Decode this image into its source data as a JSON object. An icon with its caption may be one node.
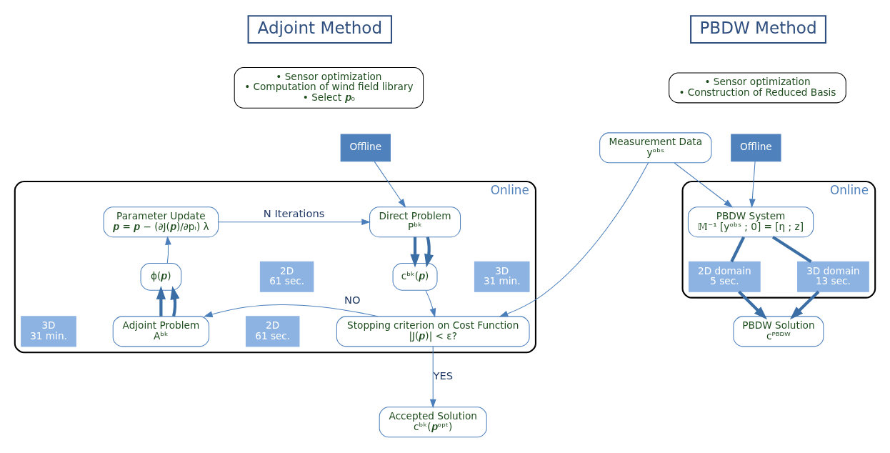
{
  "diagram": {
    "nodes": [
      {
        "text": [
          "Adjoint Method"
        ]
      },
      {
        "text": [
          "• Sensor optimization",
          "• Computation of wind field library",
          "• Select 𝒑₀"
        ]
      },
      {
        "text": [
          "Offline"
        ]
      },
      {
        "text": [
          "Online"
        ]
      },
      {
        "text": [
          "Parameter Update",
          "𝒑 = 𝒑 − (∂J(𝒑)/∂pᵢ) λ"
        ],
        "in": 3
      },
      {
        "text": [
          "Direct Problem",
          "Pᵇᵏ"
        ],
        "in": 3
      },
      {
        "text": [
          "2D",
          "61 sec."
        ],
        "in": 3
      },
      {
        "text": [
          "cᵇᵏ(𝒑)"
        ],
        "in": 3
      },
      {
        "text": [
          "3D",
          "31 min."
        ],
        "in": 3
      },
      {
        "text": [
          "ϕ(𝒑)"
        ],
        "in": 3
      },
      {
        "text": [
          "3D",
          "31 min."
        ],
        "in": 3
      },
      {
        "text": [
          "Adjoint Problem",
          "Aᵇᵏ"
        ],
        "in": 3
      },
      {
        "text": [
          "2D",
          "61 sec."
        ],
        "in": 3
      },
      {
        "text": [
          "Stopping criterion on Cost Function",
          "|J(𝒑)| < ε?"
        ],
        "in": 3
      },
      {
        "text": [
          "Accepted Solution",
          "cᵇᵏ(𝒑ᵒᵖᵗ)"
        ]
      },
      {
        "text": [
          "Measurement Data",
          "yᵒᵇˢ"
        ]
      },
      {
        "text": [
          "PBDW Method"
        ]
      },
      {
        "text": [
          "• Sensor optimization",
          "• Construction of Reduced Basis"
        ]
      },
      {
        "text": [
          "Offline"
        ]
      },
      {
        "text": [
          "Online"
        ]
      },
      {
        "text": [
          "PBDW System",
          "𝕄⁻¹ [yᵒᵇˢ ; 0] = [η ; z]"
        ],
        "in": 19
      },
      {
        "text": [
          "2D domain",
          "5 sec."
        ],
        "in": 19
      },
      {
        "text": [
          "3D domain",
          "13 sec."
        ],
        "in": 19
      },
      {
        "text": [
          "PBDW Solution",
          "cᴾᴮᴰᵂ"
        ]
      }
    ],
    "edges": [
      {
        "from": 2,
        "to": 5,
        "arrow": "to"
      },
      {
        "from": 5,
        "to": 7,
        "arrow": "to",
        "style": "thick"
      },
      {
        "from": 5,
        "to": 7,
        "arrow": "to",
        "style": "thick"
      },
      {
        "from": 7,
        "to": 13,
        "arrow": "to"
      },
      {
        "from": 13,
        "to": 11,
        "arrow": "to",
        "label": "NO"
      },
      {
        "from": 11,
        "to": 9,
        "arrow": "to",
        "style": "thick"
      },
      {
        "from": 11,
        "to": 9,
        "arrow": "to",
        "style": "thick"
      },
      {
        "from": 9,
        "to": 4,
        "arrow": "to"
      },
      {
        "from": 4,
        "to": 5,
        "arrow": "to",
        "label": "N Iterations"
      },
      {
        "from": 13,
        "to": 14,
        "arrow": "to",
        "label": "YES"
      },
      {
        "from": 15,
        "to": 13,
        "arrow": "to"
      },
      {
        "from": 15,
        "to": 20,
        "arrow": "to"
      },
      {
        "from": 18,
        "to": 20,
        "arrow": "to"
      },
      {
        "from": 20,
        "to": 21,
        "arrow": "none",
        "style": "thick"
      },
      {
        "from": 21,
        "to": 23,
        "arrow": "to",
        "style": "thick"
      },
      {
        "from": 20,
        "to": 22,
        "arrow": "none",
        "style": "thick"
      },
      {
        "from": 22,
        "to": 23,
        "arrow": "to",
        "style": "thick"
      }
    ]
  }
}
